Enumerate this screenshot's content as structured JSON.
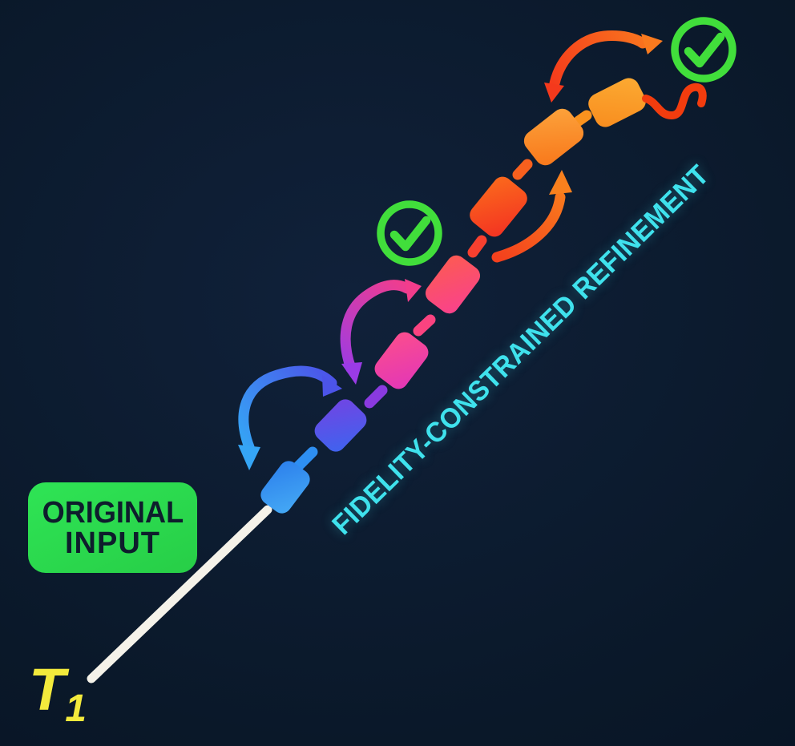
{
  "meta": {
    "description": "Diagram of an iterative refinement process: an original input evolves through a chain of colored stages with loop-back arrows and validation checkmarks"
  },
  "original_input": {
    "line1": "ORIGINAL",
    "line2": "INPUT"
  },
  "timeline": {
    "label_symbol": "T",
    "label_subscript": "1"
  },
  "caption": {
    "text": "FIDELITY-CONSTRAINED REFINEMENT"
  },
  "checkmarks": {
    "count": 2,
    "meaning": "fidelity check passed"
  },
  "chain": {
    "node_count": 7,
    "nodes": [
      {
        "stage": 1,
        "color_name": "light-blue"
      },
      {
        "stage": 2,
        "color_name": "indigo"
      },
      {
        "stage": 3,
        "color_name": "magenta"
      },
      {
        "stage": 4,
        "color_name": "coral-pink"
      },
      {
        "stage": 5,
        "color_name": "red-orange"
      },
      {
        "stage": 6,
        "color_name": "orange"
      },
      {
        "stage": 7,
        "color_name": "orange"
      }
    ],
    "arrows": [
      {
        "name": "loop-arrow-blue",
        "between": [
          1,
          2
        ],
        "heads": 2
      },
      {
        "name": "loop-arrow-magenta",
        "between": [
          3,
          4
        ],
        "heads": 2
      },
      {
        "name": "progress-arrow-orange",
        "between": [
          5,
          6
        ],
        "heads": 1
      },
      {
        "name": "loop-arrow-top",
        "between": [
          6,
          "checkmark-2"
        ],
        "heads": 2
      },
      {
        "name": "squiggle-connector",
        "between": [
          7,
          "checkmark-2"
        ],
        "heads": 0
      }
    ]
  },
  "colors": {
    "bg-hi": "#10213a",
    "bg-mid": "#0a1829",
    "bg-lo": "#040f1f",
    "white-line": "#f5f2e9",
    "t1-yellow": "#f3ea3c",
    "input-green-a": "#2fe455",
    "input-green-b": "#27ce47",
    "input-text": "#0e1d2c",
    "caption-cyan": "#3fe2ed",
    "check-green": "#41de3b",
    "node1-a": "#45aaf5",
    "node1-b": "#2c7fec",
    "node2-a": "#3d64ef",
    "node2-b": "#7244e3",
    "node3-a": "#e236b8",
    "node3-b": "#fc4e8c",
    "node4-a": "#f9418e",
    "node4-b": "#fc5b51",
    "node5-a": "#f33122",
    "node5-b": "#fb6b1c",
    "node6-a": "#f8761a",
    "node6-b": "#fca43c",
    "node7-a": "#f88c1e",
    "node7-b": "#fcab33",
    "dash1": "#2e8ff2",
    "dash2": "#8a3ae0",
    "dash3": "#fb4380",
    "dash4": "#f7402f",
    "dash5": "#f8601e",
    "dash6": "#f9921e",
    "arc-blue-a": "#35a5f5",
    "arc-blue-b": "#4c54e9",
    "arc-magenta-a": "#9a3be6",
    "arc-magenta-b": "#f23d8c",
    "arc-orange-a": "#f4401d",
    "arc-orange-b": "#f9801d",
    "arc-top-a": "#f4391c",
    "arc-top-b": "#f97a1e",
    "squiggle": "#f23c0e"
  }
}
